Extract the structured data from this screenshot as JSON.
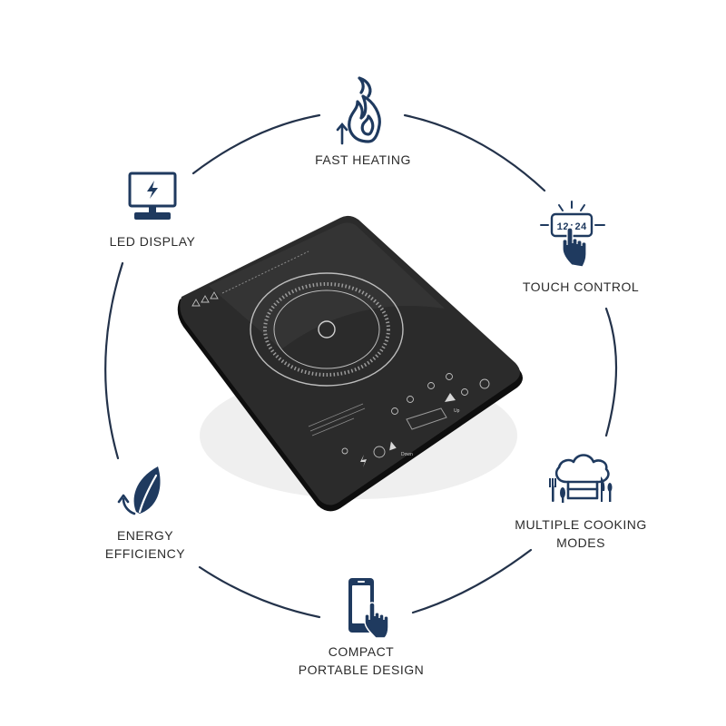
{
  "colors": {
    "accent": "#1f3a5f",
    "ring": "#23324a",
    "text": "#2b2b2b",
    "cooktop_glass": "#2a2a2a",
    "cooktop_edge": "#111111"
  },
  "features": {
    "fast_heating": {
      "lines": [
        "FAST HEATING"
      ],
      "icon": "flame-up-icon"
    },
    "touch_control": {
      "lines": [
        "TOUCH CONTROL"
      ],
      "icon": "touch-display-icon"
    },
    "multiple_modes": {
      "lines": [
        "MULTIPLE COOKING",
        "MODES"
      ],
      "icon": "chef-hat-utensils-icon"
    },
    "compact_design": {
      "lines": [
        "COMPACT",
        "PORTABLE DESIGN"
      ],
      "icon": "phone-touch-icon"
    },
    "energy_efficiency": {
      "lines": [
        "ENERGY",
        "EFFICIENCY"
      ],
      "icon": "leaf-arrow-icon"
    },
    "led_display": {
      "lines": [
        "LED DISPLAY"
      ],
      "icon": "monitor-bolt-icon"
    }
  },
  "product": {
    "name": "induction cooktop",
    "control_labels": {
      "up": "Up",
      "down": "Down"
    }
  }
}
